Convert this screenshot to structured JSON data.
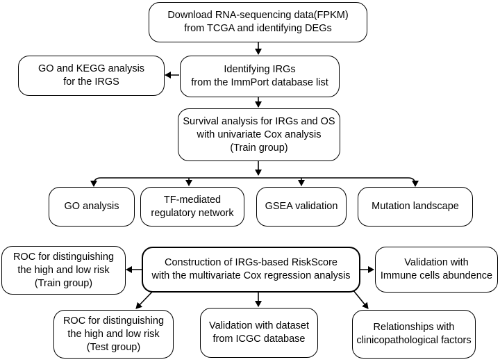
{
  "diagram": {
    "boxes": {
      "download": "Download RNA-sequencing data(FPKM)\nfrom TCGA and identifying DEGs",
      "go_kegg": "GO and KEGG analysis\nfor the IRGS",
      "identify_irgs": "Identifying IRGs\nfrom the ImmPort database list",
      "survival": "Survival analysis for IRGs and OS\nwith univariate Cox analysis\n(Train group)",
      "go_analysis": "GO  analysis",
      "tf_network": "TF-mediated\nregulatory network",
      "gsea": "GSEA validation",
      "mutation": "Mutation landscape",
      "roc_train": "ROC for distinguishing\nthe high and low risk\n(Train group)",
      "riskscore": "Construction of IRGs-based RiskScore\nwith the multivariate Cox regression analysis",
      "immune": "Validation with\nImmune cells abundence",
      "roc_test": "ROC for distinguishing\nthe high and low risk\n(Test group)",
      "icgc": "Validation with dataset\nfrom ICGC database",
      "clinical": "Relationships with\nclinicopathological factors"
    },
    "line_color": "#000000"
  }
}
